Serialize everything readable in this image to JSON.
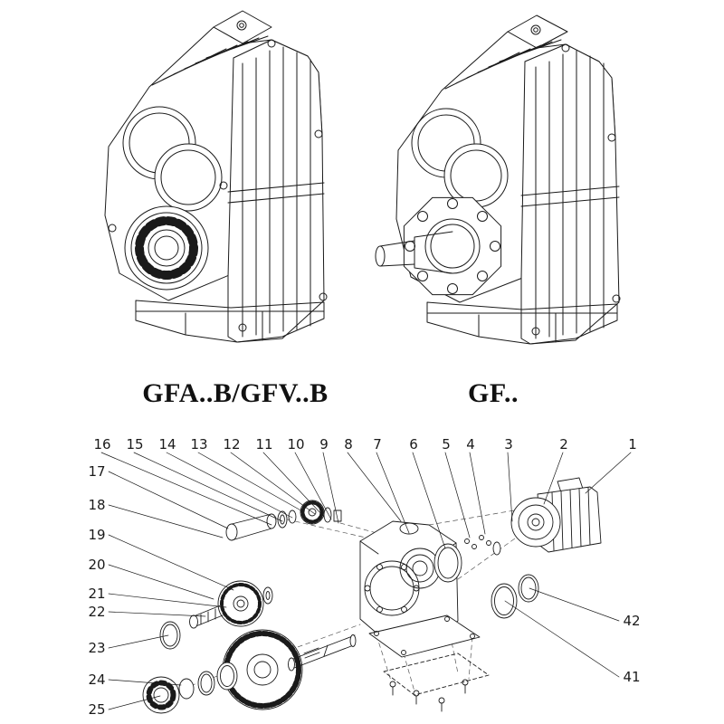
{
  "page": {
    "background": "#ffffff",
    "line_color": "#1a1a1a"
  },
  "models": {
    "left_label": "GFA..B/GFV..B",
    "right_label": "GF.."
  },
  "diagram": {
    "callouts_top": [
      "16",
      "15",
      "14",
      "13",
      "12",
      "11",
      "10",
      "9",
      "8",
      "7",
      "6",
      "5",
      "4",
      "3",
      "2",
      "1"
    ],
    "callouts_left": [
      "17",
      "18",
      "19",
      "20",
      "21",
      "22",
      "23",
      "24",
      "25"
    ],
    "callouts_right": [
      "42",
      "41"
    ]
  }
}
